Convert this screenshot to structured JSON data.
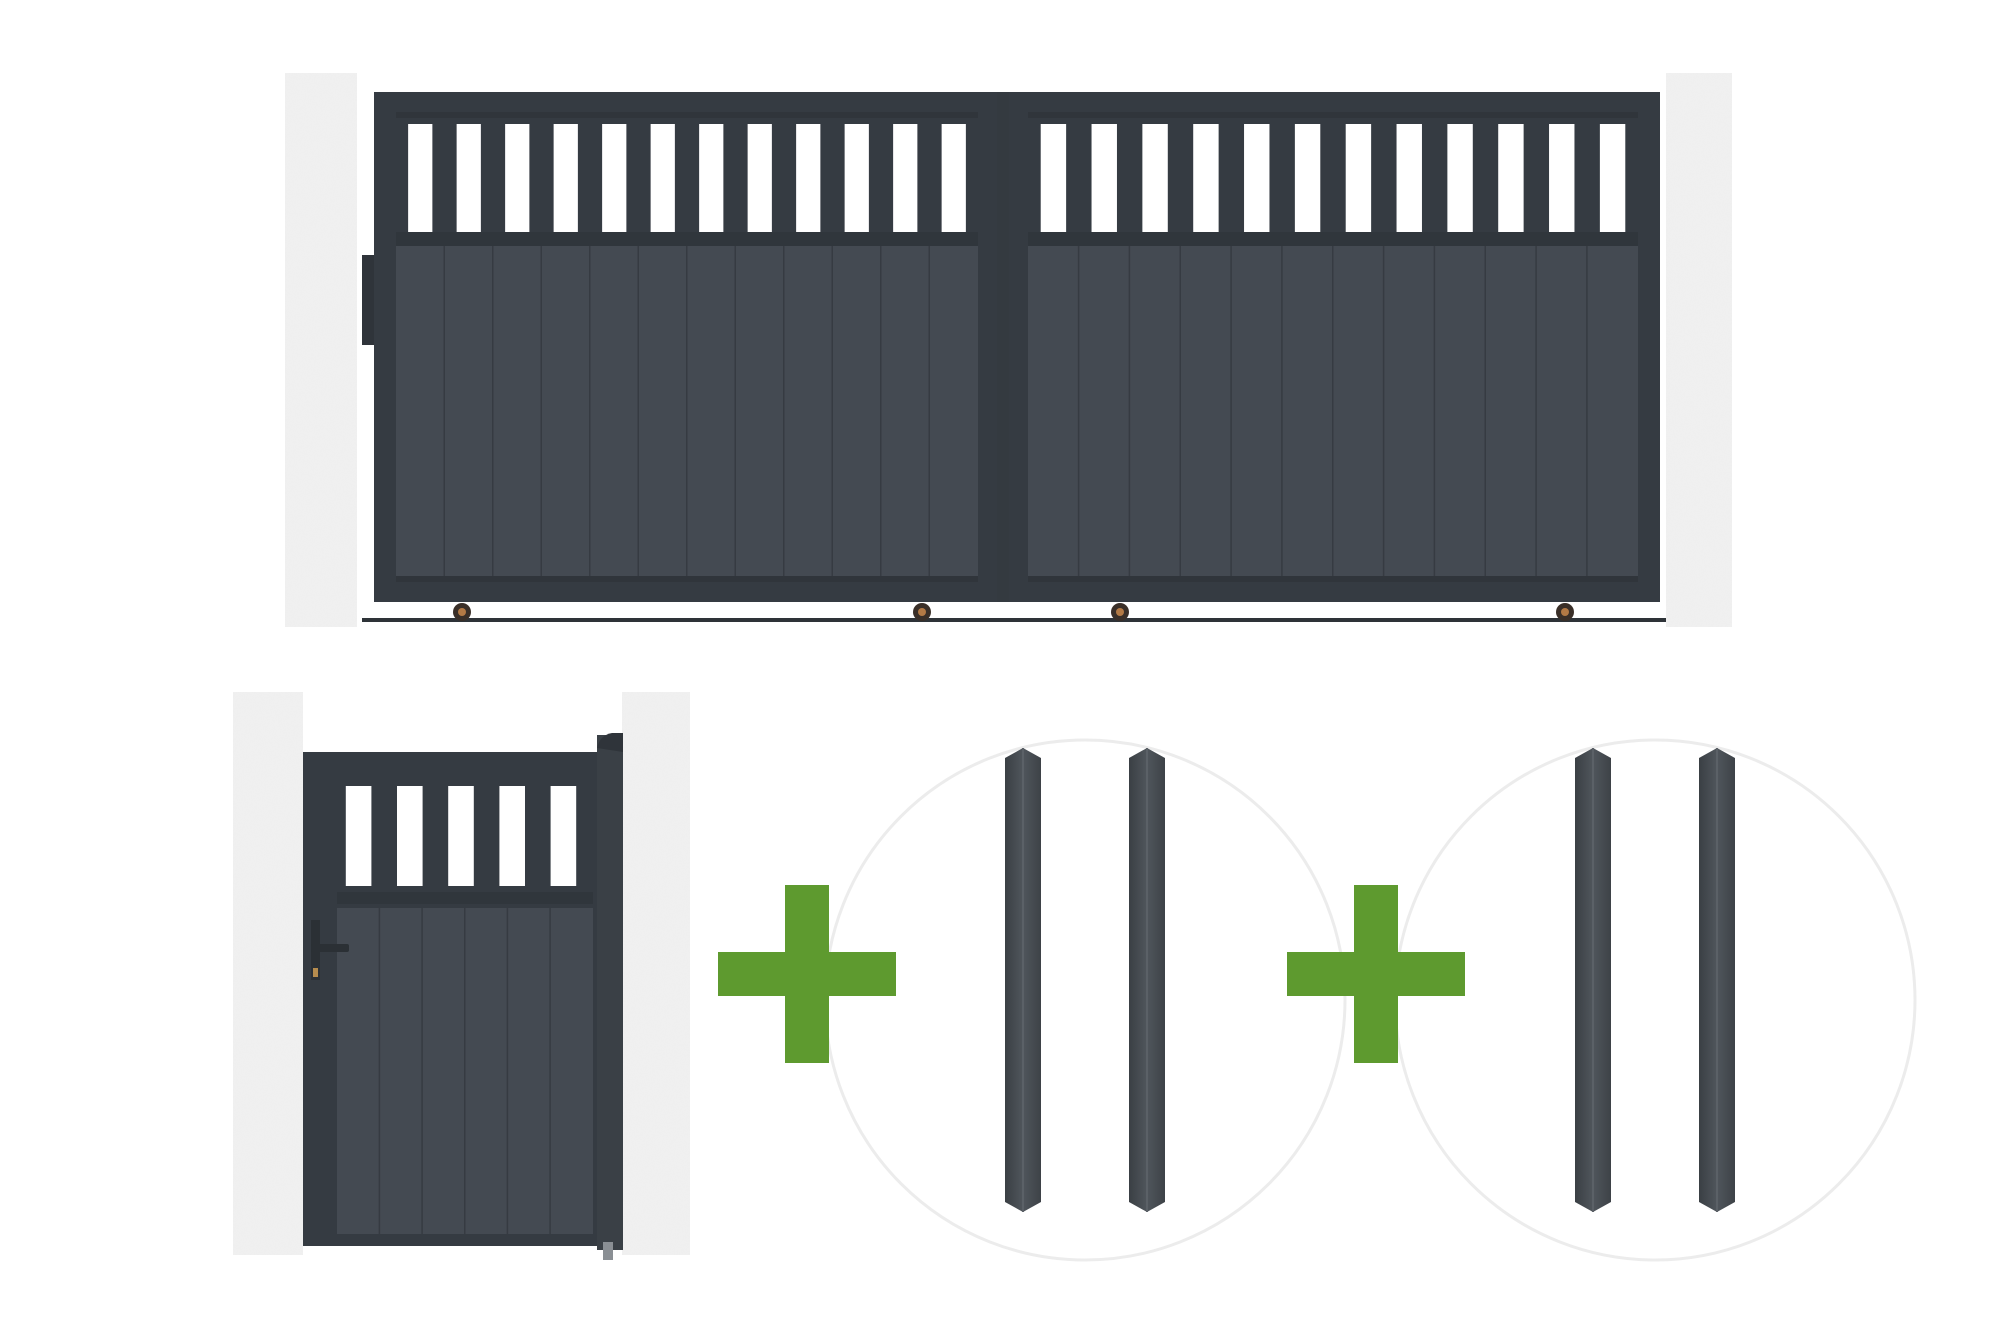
{
  "image": {
    "kind": "product composite",
    "background": "#ffffff"
  },
  "colors": {
    "gate": "#3d434b",
    "gate_panel": "#444a52",
    "gate_frame": "#353b42",
    "pillar": "#f1f1f1",
    "plus_sign": "#5e9a2f",
    "post": "#464b50",
    "circle_outline": "#ececec"
  },
  "sliding_gate": {
    "leaves": 2,
    "slat_openings_per_leaf": 12,
    "panel_boards_per_leaf": 12,
    "rollers": 4,
    "handle": "handle-icon"
  },
  "pedestrian_gate": {
    "slat_openings": 5,
    "panel_boards": 6,
    "handle": "handle-icon"
  },
  "add_ons": [
    {
      "symbol": "plus-icon",
      "posts_in_circle": 2
    },
    {
      "symbol": "plus-icon",
      "posts_in_circle": 2
    }
  ]
}
